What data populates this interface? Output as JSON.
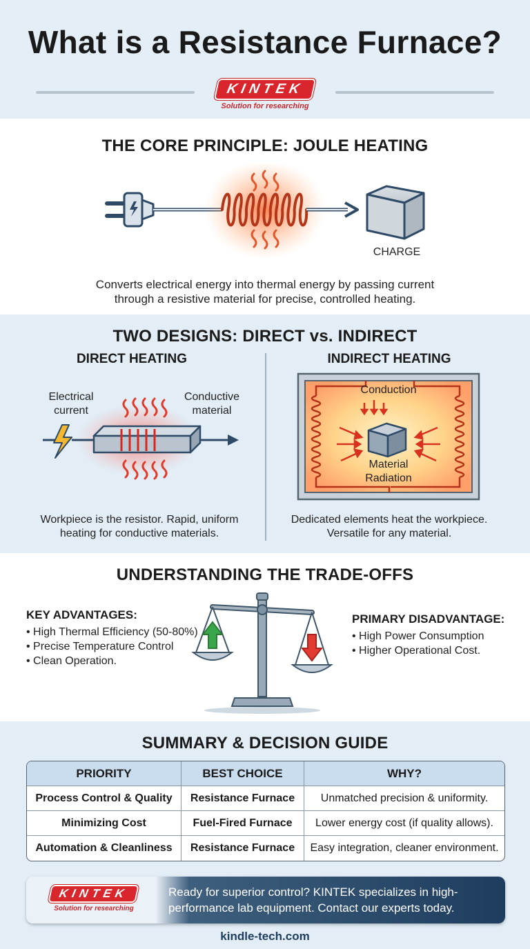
{
  "header": {
    "title": "What is a Resistance Furnace?",
    "logo_text": "KINTEK",
    "logo_tagline": "Solution for researching"
  },
  "principle": {
    "title": "THE CORE PRINCIPLE: JOULE HEATING",
    "charge_label": "CHARGE",
    "description_line1": "Converts electrical energy into thermal energy by passing current",
    "description_line2": "through a resistive material for precise, controlled heating."
  },
  "designs": {
    "title": "TWO DESIGNS: DIRECT vs. INDIRECT",
    "direct": {
      "title": "DIRECT HEATING",
      "label_current_1": "Electrical",
      "label_current_2": "current",
      "label_material_1": "Conductive",
      "label_material_2": "material",
      "desc_line1": "Workpiece is the resistor. Rapid, uniform",
      "desc_line2": "heating for conductive materials."
    },
    "indirect": {
      "title": "INDIRECT HEATING",
      "label_conduction": "Conduction",
      "label_material": "Material",
      "label_radiation": "Radiation",
      "desc_line1": "Dedicated elements heat the workpiece.",
      "desc_line2": "Versatile for any material."
    }
  },
  "tradeoffs": {
    "title": "UNDERSTANDING THE TRADE-OFFS",
    "advantages_title": "KEY ADVANTAGES:",
    "advantages": [
      "High Thermal Efficiency (50-80%)",
      "Precise Temperature Control",
      "Clean Operation."
    ],
    "disadvantage_title": "PRIMARY DISADVANTAGE:",
    "disadvantages": [
      "High Power Consumption",
      "Higher Operational Cost."
    ]
  },
  "summary": {
    "title": "SUMMARY & DECISION GUIDE",
    "headers": [
      "PRIORITY",
      "BEST CHOICE",
      "WHY?"
    ],
    "rows": [
      [
        "Process Control & Quality",
        "Resistance Furnace",
        "Unmatched precision & uniformity."
      ],
      [
        "Minimizing Cost",
        "Fuel-Fired Furnace",
        "Lower energy cost (if quality allows)."
      ],
      [
        "Automation & Cleanliness",
        "Resistance Furnace",
        "Easy integration, cleaner environment."
      ]
    ]
  },
  "cta": {
    "logo_text": "KINTEK",
    "logo_tagline": "Solution for researching",
    "text": "Ready for superior control? KINTEK specializes in high-performance lab equipment. Contact our experts today.",
    "site": "kindle-tech.com"
  },
  "colors": {
    "brand_red": "#d9262c",
    "heat_orange": "#f0793a",
    "navy": "#1e3d5e",
    "panel_blue": "#e2edf6",
    "up_arrow_green": "#3aa64a",
    "down_arrow_red": "#e23b32"
  }
}
